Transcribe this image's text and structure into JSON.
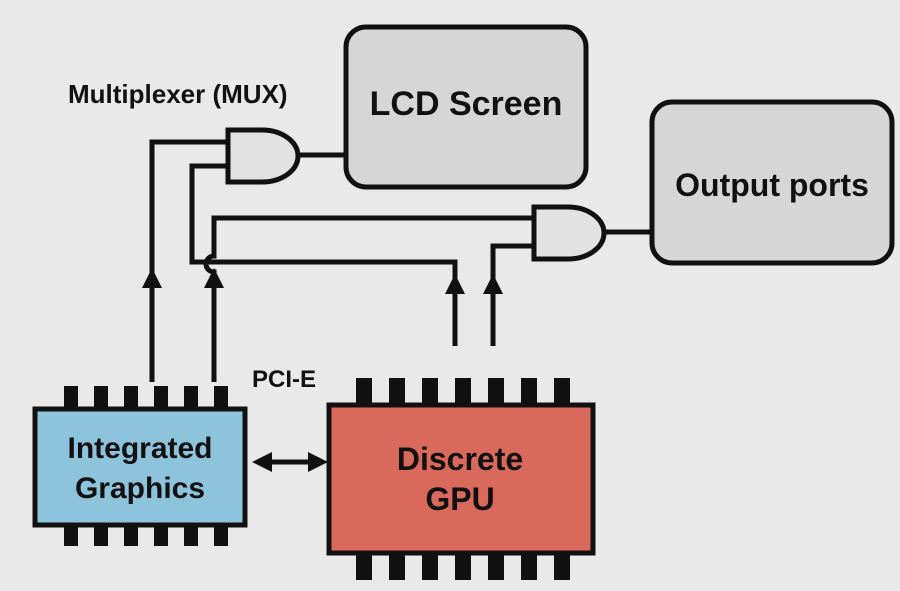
{
  "labels": {
    "mux": "Multiplexer (MUX)",
    "lcd_screen": "LCD Screen",
    "output_ports": "Output ports",
    "pcie": "PCI-E",
    "integrated_line1": "Integrated",
    "integrated_line2": "Graphics",
    "discrete_line1": "Discrete",
    "discrete_line2": "GPU"
  },
  "colors": {
    "background": "#e9e9e9",
    "display_box": "#d6d6d6",
    "integrated_chip": "#8ec3dc",
    "discrete_chip": "#d9695a",
    "wire": "#111111",
    "gate": "#e2e2e2"
  }
}
